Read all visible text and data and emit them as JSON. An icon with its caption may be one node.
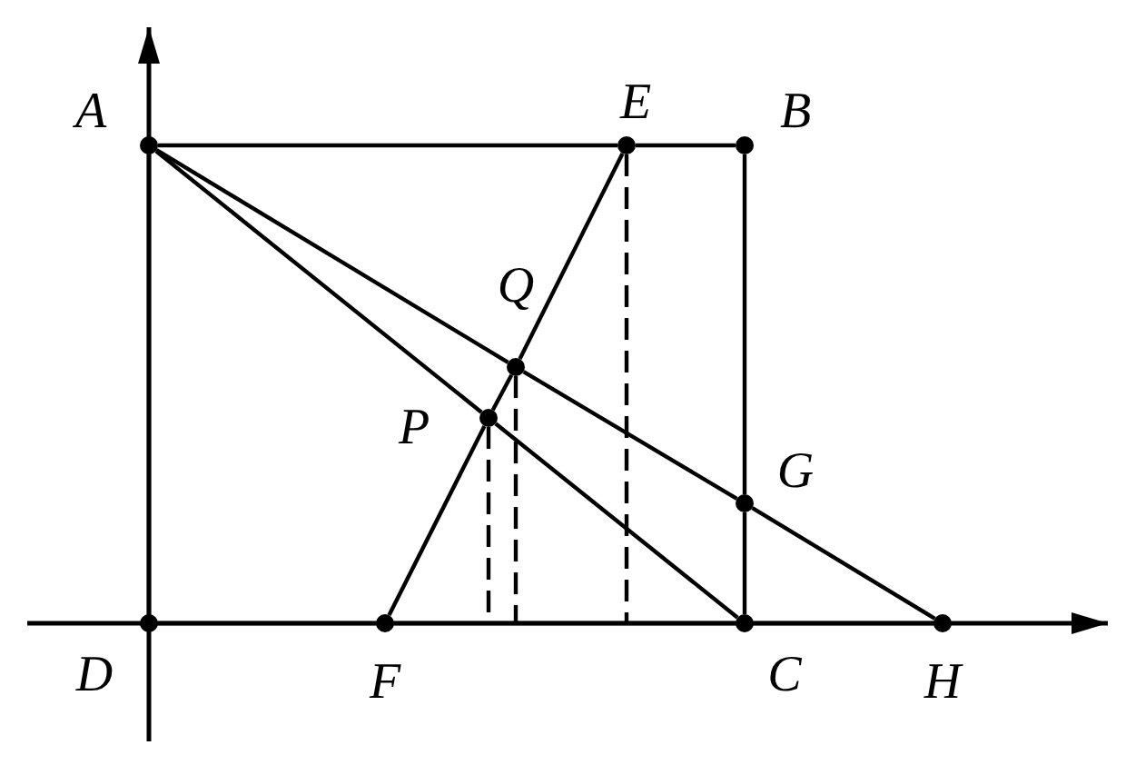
{
  "diagram": {
    "nodes": [
      {
        "text": [
          "A"
        ]
      },
      {
        "text": [
          "E"
        ]
      },
      {
        "text": [
          "B"
        ]
      },
      {
        "text": [
          "Q"
        ]
      },
      {
        "text": [
          "P"
        ]
      },
      {
        "text": [
          "G"
        ]
      },
      {
        "text": [
          "D"
        ]
      },
      {
        "text": [
          "F"
        ]
      },
      {
        "text": [
          "C"
        ]
      },
      {
        "text": [
          "H"
        ]
      }
    ],
    "edges": [
      {
        "from": 0,
        "to": 1,
        "arrow": "none"
      },
      {
        "from": 1,
        "to": 2,
        "arrow": "none"
      },
      {
        "from": 2,
        "to": 5,
        "arrow": "none"
      },
      {
        "from": 5,
        "to": 8,
        "arrow": "none"
      },
      {
        "from": 0,
        "to": 6,
        "arrow": "none"
      },
      {
        "from": 6,
        "to": 7,
        "arrow": "none"
      },
      {
        "from": 7,
        "to": 8,
        "arrow": "none"
      },
      {
        "from": 8,
        "to": 9,
        "arrow": "none"
      },
      {
        "from": 0,
        "to": 4,
        "arrow": "none"
      },
      {
        "from": 4,
        "to": 8,
        "arrow": "none"
      },
      {
        "from": 0,
        "to": 3,
        "arrow": "none"
      },
      {
        "from": 3,
        "to": 5,
        "arrow": "none"
      },
      {
        "from": 5,
        "to": 9,
        "arrow": "none"
      },
      {
        "from": 1,
        "to": 3,
        "arrow": "none"
      },
      {
        "from": 3,
        "to": 4,
        "arrow": "none"
      },
      {
        "from": 4,
        "to": 7,
        "arrow": "none"
      },
      {
        "from": 1,
        "to": null,
        "arrow": "none",
        "style": "dashed"
      },
      {
        "from": 3,
        "to": null,
        "arrow": "none",
        "style": "dashed"
      },
      {
        "from": 4,
        "to": null,
        "arrow": "none",
        "style": "dashed"
      }
    ]
  }
}
